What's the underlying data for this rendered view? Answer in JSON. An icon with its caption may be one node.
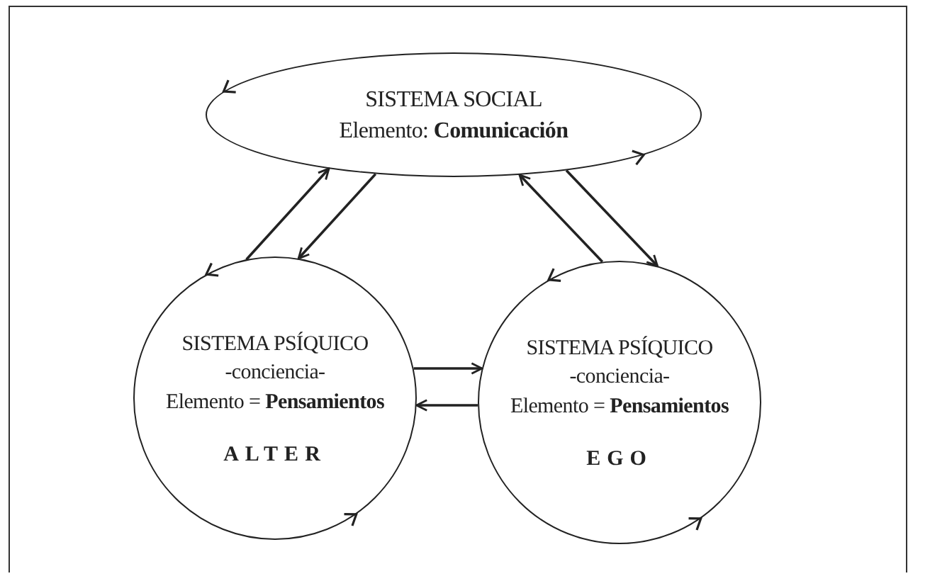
{
  "diagram": {
    "nodes": [
      {
        "text": [
          "SISTEMA SOCIAL",
          "Elemento: **Comunicación**"
        ]
      },
      {
        "text": [
          "SISTEMA PSÍQUICO",
          "-conciencia-",
          "Elemento = **Pensamientos**",
          "ALTER"
        ]
      },
      {
        "text": [
          "SISTEMA PSÍQUICO",
          "-conciencia-",
          "Elemento = **Pensamientos**",
          "EGO"
        ]
      }
    ],
    "edges": [
      {
        "from": 1,
        "to": 0,
        "arrow": "to"
      },
      {
        "from": 0,
        "to": 1,
        "arrow": "to"
      },
      {
        "from": 0,
        "to": 2,
        "arrow": "to"
      },
      {
        "from": 2,
        "to": 0,
        "arrow": "to"
      },
      {
        "from": 1,
        "to": 2,
        "arrow": "to"
      },
      {
        "from": 2,
        "to": 1,
        "arrow": "to"
      }
    ]
  }
}
